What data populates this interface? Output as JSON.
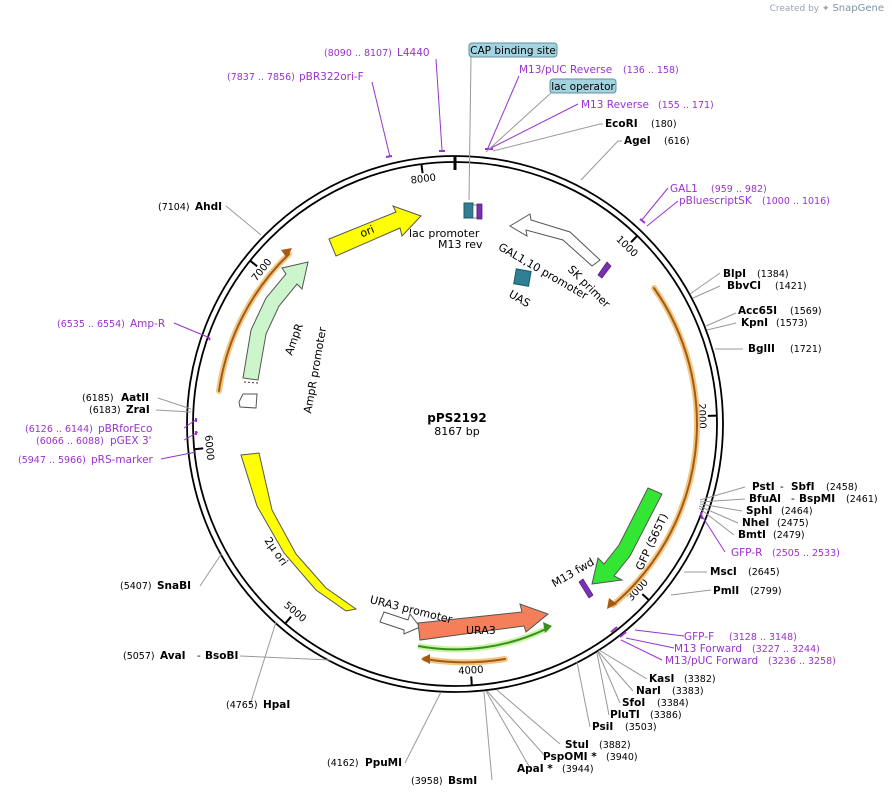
{
  "watermark": {
    "created_by": "Created by",
    "brand": "SnapGene"
  },
  "plasmid": {
    "name": "pPS2192",
    "length_label": "8167 bp",
    "length": 8167
  },
  "ticks": [
    {
      "label": "1000",
      "pos": 1000
    },
    {
      "label": "2000",
      "pos": 2000
    },
    {
      "label": "3000",
      "pos": 3000
    },
    {
      "label": "4000",
      "pos": 4000
    },
    {
      "label": "5000",
      "pos": 5000
    },
    {
      "label": "6000",
      "pos": 6000
    },
    {
      "label": "7000",
      "pos": 7000
    },
    {
      "label": "8000",
      "pos": 8000
    }
  ],
  "features": [
    {
      "id": "lac-promoter",
      "name": "lac promoter",
      "color": "#2e7f94"
    },
    {
      "id": "m13-rev",
      "name": "M13 rev",
      "color": "#7a2fb5"
    },
    {
      "id": "gal1-10-promoter",
      "name": "GAL1,10 promoter",
      "color": "#ffffff"
    },
    {
      "id": "sk-primer",
      "name": "SK primer",
      "color": "#7a2fb5"
    },
    {
      "id": "uas",
      "name": "UAS",
      "color": "#2e7f94"
    },
    {
      "id": "ori",
      "name": "ori",
      "color": "#ffff00"
    },
    {
      "id": "ampr",
      "name": "AmpR",
      "color": "#ccf5cc"
    },
    {
      "id": "ampr-promoter",
      "name": "AmpR promoter",
      "color": "#ffffff"
    },
    {
      "id": "two-micron-ori",
      "name": "2μ ori",
      "color": "#ffff00"
    },
    {
      "id": "ura3-promoter",
      "name": "URA3 promoter",
      "color": "#ffffff"
    },
    {
      "id": "ura3",
      "name": "URA3",
      "color": "#f57f5b"
    },
    {
      "id": "gfp",
      "name": "GFP (S65T)",
      "color": "#33e633"
    },
    {
      "id": "m13-fwd",
      "name": "M13 fwd",
      "color": "#7a2fb5"
    }
  ],
  "primers": [
    {
      "name": "L4440",
      "range": "(8090 .. 8107)"
    },
    {
      "name": "pBR322ori-F",
      "range": "(7837 .. 7856)"
    },
    {
      "name": "M13/pUC Reverse",
      "range": "(136 .. 158)"
    },
    {
      "name": "M13 Reverse",
      "range": "(155 .. 171)"
    },
    {
      "name": "GAL1",
      "range": "(959 .. 982)"
    },
    {
      "name": "pBluescriptSK",
      "range": "(1000 .. 1016)"
    },
    {
      "name": "Amp-R",
      "range": "(6535 .. 6554)"
    },
    {
      "name": "pBRforEco",
      "range": "(6126 .. 6144)"
    },
    {
      "name": "pGEX 3'",
      "range": "(6066 .. 6088)"
    },
    {
      "name": "pRS-marker",
      "range": "(5947 .. 5966)"
    },
    {
      "name": "GFP-R",
      "range": "(2505 .. 2533)"
    },
    {
      "name": "GFP-F",
      "range": "(3128 .. 3148)"
    },
    {
      "name": "M13 Forward",
      "range": "(3227 .. 3244)"
    },
    {
      "name": "M13/pUC Forward",
      "range": "(3236 .. 3258)"
    }
  ],
  "boxed_labels": [
    {
      "name": "CAP binding site"
    },
    {
      "name": "lac operator"
    }
  ],
  "enzymes": [
    {
      "name": "EcoRI",
      "pos": "(180)"
    },
    {
      "name": "AgeI",
      "pos": "(616)"
    },
    {
      "name": "BlpI",
      "pos": "(1384)"
    },
    {
      "name": "BbvCI",
      "pos": "(1421)"
    },
    {
      "name": "Acc65I",
      "pos": "(1569)"
    },
    {
      "name": "KpnI",
      "pos": "(1573)"
    },
    {
      "name": "BglII",
      "pos": "(1721)"
    },
    {
      "name": "PstI",
      "name2": "SbfI",
      "pos": "(2458)"
    },
    {
      "name": "BfuAI",
      "name2": "BspMI",
      "pos": "(2461)"
    },
    {
      "name": "SphI",
      "pos": "(2464)"
    },
    {
      "name": "NheI",
      "pos": "(2475)"
    },
    {
      "name": "BmtI",
      "pos": "(2479)"
    },
    {
      "name": "MscI",
      "pos": "(2645)"
    },
    {
      "name": "PmlI",
      "pos": "(2799)"
    },
    {
      "name": "KasI",
      "pos": "(3382)"
    },
    {
      "name": "NarI",
      "pos": "(3383)"
    },
    {
      "name": "SfoI",
      "pos": "(3384)"
    },
    {
      "name": "PluTI",
      "pos": "(3386)"
    },
    {
      "name": "PsiI",
      "pos": "(3503)"
    },
    {
      "name": "StuI",
      "pos": "(3882)"
    },
    {
      "name": "PspOMI *",
      "pos": "(3940)"
    },
    {
      "name": "ApaI *",
      "pos": "(3944)"
    },
    {
      "name": "BsmI",
      "pos": "(3958)"
    },
    {
      "name": "PpuMI",
      "pos": "(4162)"
    },
    {
      "name": "HpaI",
      "pos": "(4765)"
    },
    {
      "name": "AvaI",
      "name2": "BsoBI",
      "pos": "(5057)"
    },
    {
      "name": "SnaBI",
      "pos": "(5407)"
    },
    {
      "name": "AatII",
      "pos": "(6185)"
    },
    {
      "name": "ZraI",
      "pos": "(6183)"
    },
    {
      "name": "AhdI",
      "pos": "(7104)"
    }
  ]
}
